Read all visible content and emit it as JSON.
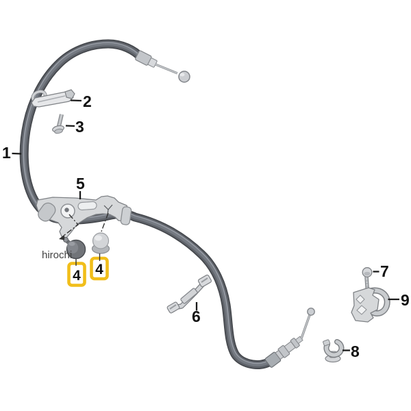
{
  "watermark": {
    "text": "hirochi",
    "color": "#424242"
  },
  "callouts": {
    "part1": {
      "label": "1"
    },
    "part2": {
      "label": "2"
    },
    "part3": {
      "label": "3"
    },
    "part4_left": {
      "label": "4",
      "highlighted": true
    },
    "part4_right": {
      "label": "4",
      "highlighted": true
    },
    "part5": {
      "label": "5"
    },
    "part6": {
      "label": "6"
    },
    "part7": {
      "label": "7"
    },
    "part8": {
      "label": "8"
    },
    "part9": {
      "label": "9"
    }
  },
  "colors": {
    "background": "#ffffff",
    "cable_outline": "#45484d",
    "cable_body": "#5f636a",
    "cable_sheen": "#9ba0a8",
    "metal_fill": "#d6d8da",
    "metal_outline": "#7f8286",
    "grommet_dark": "#717479",
    "grommet_light": "#d3d5d8",
    "highlight_box_border": "#f1be1a",
    "label_text": "#111111"
  }
}
